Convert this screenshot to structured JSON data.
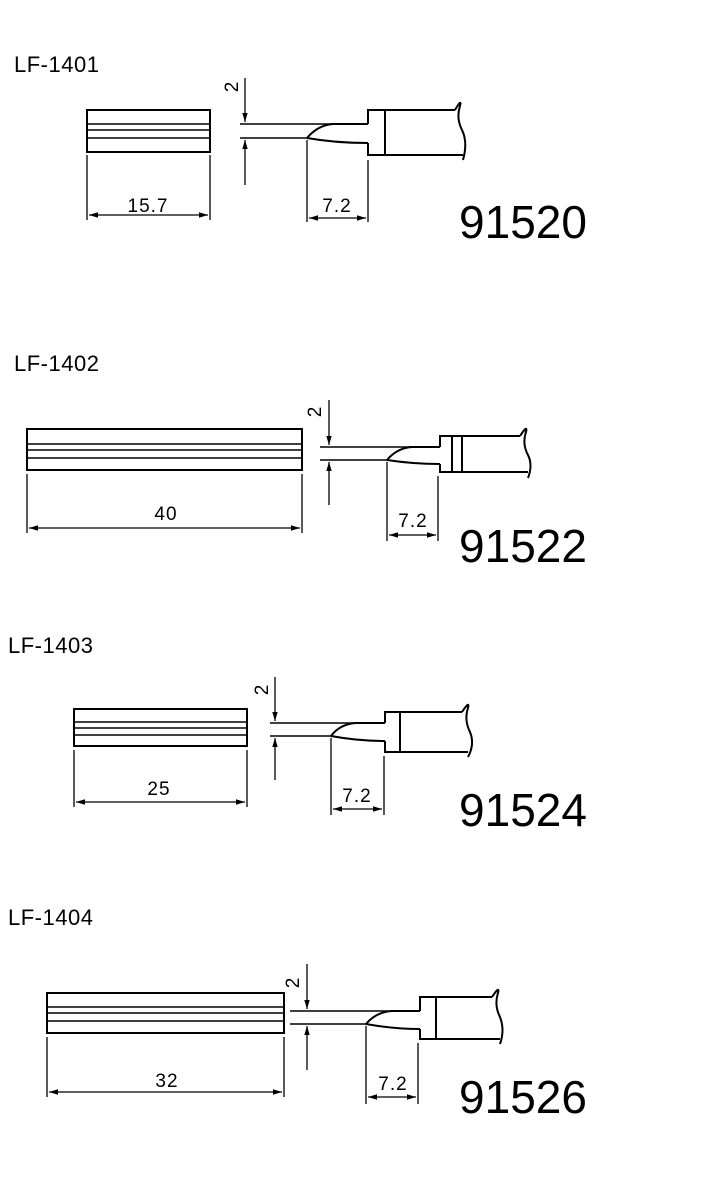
{
  "diagrams": [
    {
      "model": "LF-1401",
      "length": "15.7",
      "gap": "2",
      "tip": "7.2",
      "part_number": "91520"
    },
    {
      "model": "LF-1402",
      "length": "40",
      "gap": "2",
      "tip": "7.2",
      "part_number": "91522"
    },
    {
      "model": "LF-1403",
      "length": "25",
      "gap": "2",
      "tip": "7.2",
      "part_number": "91524"
    },
    {
      "model": "LF-1404",
      "length": "32",
      "gap": "2",
      "tip": "7.2",
      "part_number": "91526"
    }
  ]
}
